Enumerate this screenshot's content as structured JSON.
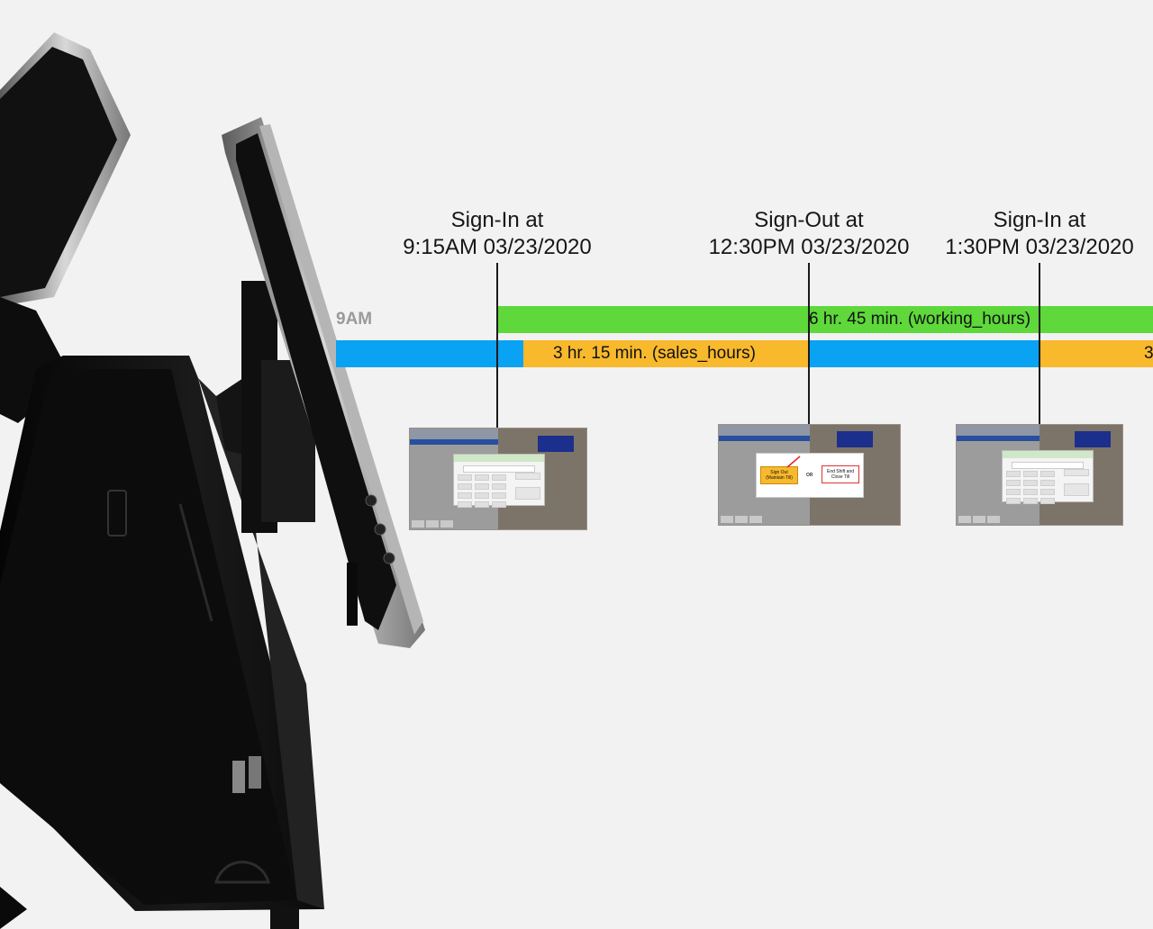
{
  "timeline": {
    "start_label": "9AM",
    "events": [
      {
        "title": "Sign-In at",
        "time": "9:15AM 03/23/2020"
      },
      {
        "title": "Sign-Out at",
        "time": "12:30PM 03/23/2020"
      },
      {
        "title": "Sign-In at",
        "time": "1:30PM 03/23/2020"
      }
    ],
    "working_bar": {
      "label": "6 hr. 45 min. (working_hours)",
      "color": "#5ed83a"
    },
    "sales_bar": {
      "label": "3 hr. 15 min. (sales_hours)",
      "label_cut": "3",
      "color": "#f8b92c"
    },
    "base_bar": {
      "color": "#0aa2f2"
    }
  },
  "screens": {
    "signout": {
      "primary": "Sign Out (Maintain Till)",
      "or": "OR",
      "secondary": "End Shift and Close Till"
    }
  }
}
